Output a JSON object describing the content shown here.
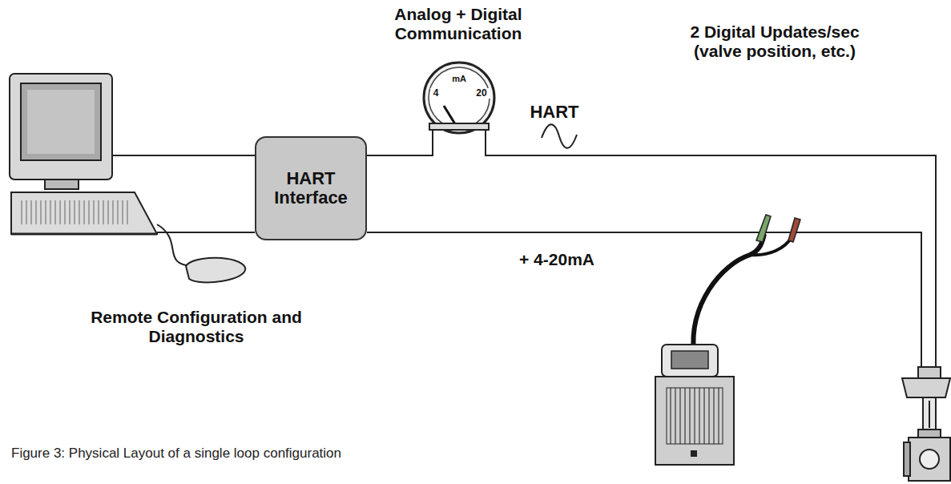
{
  "diagram": {
    "caption": "Figure 3: Physical Layout of a single loop configuration",
    "nodes": [
      {
        "text": [
          "HART Interface"
        ]
      }
    ],
    "labels": [
      "Analog + Digital Communication",
      "4",
      "mA",
      "20",
      "HART",
      "+ 4-20mA",
      "2 Digital Updates/sec (valve position, etc.)",
      "Remote Configuration and Diagnostics"
    ]
  }
}
